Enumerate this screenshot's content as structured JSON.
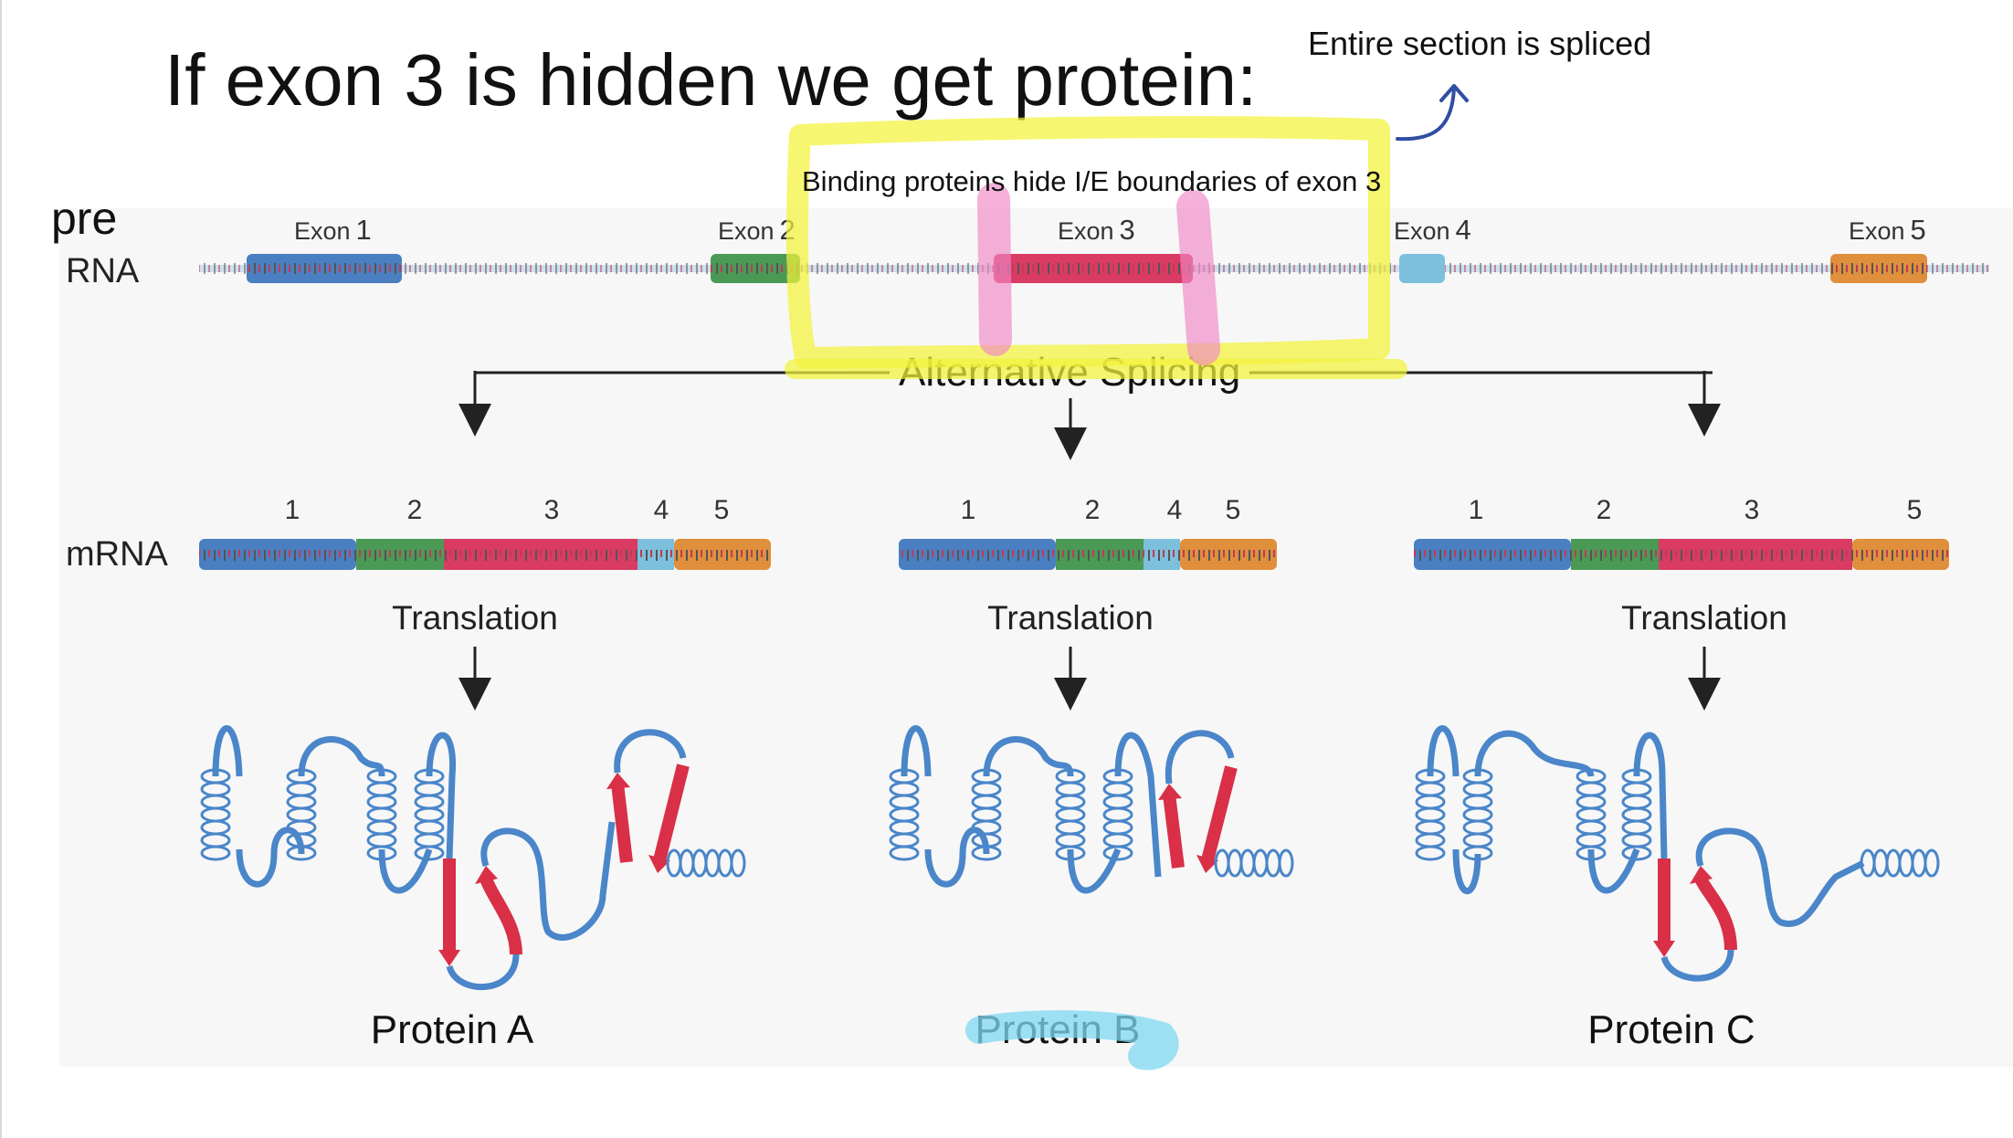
{
  "title": "If exon 3 is hidden we get protein:",
  "annotation": {
    "note": "Entire section is spliced",
    "binding_note": "Binding proteins hide I/E boundaries of exon 3"
  },
  "diagram": {
    "pre_label": "pre",
    "rna_label": "RNA",
    "mrna_label": "mRNA",
    "exon_word": "Exon",
    "exons": [
      {
        "num": "1",
        "color": "#4a7fc1"
      },
      {
        "num": "2",
        "color": "#4a9a56"
      },
      {
        "num": "3",
        "color": "#d93b63"
      },
      {
        "num": "4",
        "color": "#7cc0de"
      },
      {
        "num": "5",
        "color": "#e08f3c"
      }
    ],
    "splicing_label": "Alternative Splicing",
    "translation_label": "Translation",
    "variants": [
      {
        "segments": [
          "1",
          "2",
          "3",
          "4",
          "5"
        ],
        "protein": "Protein A"
      },
      {
        "segments": [
          "1",
          "2",
          "4",
          "5"
        ],
        "protein": "Protein B"
      },
      {
        "segments": [
          "1",
          "2",
          "3",
          "5"
        ],
        "protein": "Protein C"
      }
    ]
  },
  "colors": {
    "highlight_yellow": "#f2f23a",
    "highlight_pink": "#ef87c4",
    "highlight_cyan": "#7fd8f2",
    "annotation_arrow": "#2f4fa3",
    "protein_strand": "#4a86c9",
    "beta_sheet": "#d93048"
  }
}
